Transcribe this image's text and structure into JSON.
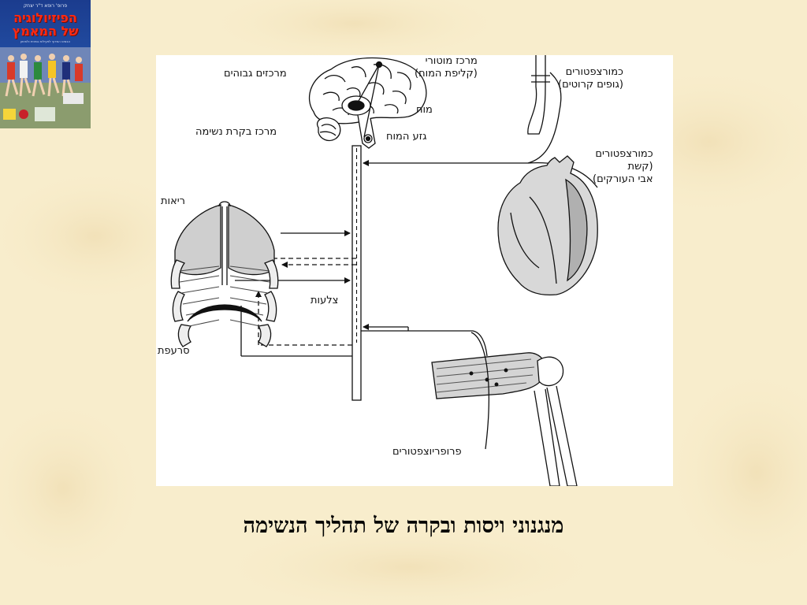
{
  "book_cover": {
    "author": "פרופ' רופא ד\"ר יצחק",
    "title_line1": "הפיזיולוגיה",
    "title_line2": "של המאמץ",
    "blurb": "הבסיס המדעי לפעילות גופנית ולאימון"
  },
  "diagram": {
    "labels": {
      "motor_center_1": "מרכז מוטורי",
      "motor_center_2": "(קליפת המוח)",
      "higher_centers": "מרכזים גבוהים",
      "brain": "מוח",
      "respiratory_center": "מרכז בקרת נשימה",
      "brainstem": "גזע המוח",
      "chemoreceptors_carotid_1": "כמורצפטורים",
      "chemoreceptors_carotid_2": "(גופים קרוטים)",
      "chemoreceptors_aortic_1": "כמורצפטורים",
      "chemoreceptors_aortic_2": "(קשת",
      "chemoreceptors_aortic_3": "אבי העורקים)",
      "lungs": "ריאות",
      "ribs": "צלעות",
      "diaphragm": "סרעפת",
      "proprioceptors": "פרופריוצפטורים"
    }
  },
  "caption": "מנגנוני ויסות ובקרה של תהליך הנשימה"
}
